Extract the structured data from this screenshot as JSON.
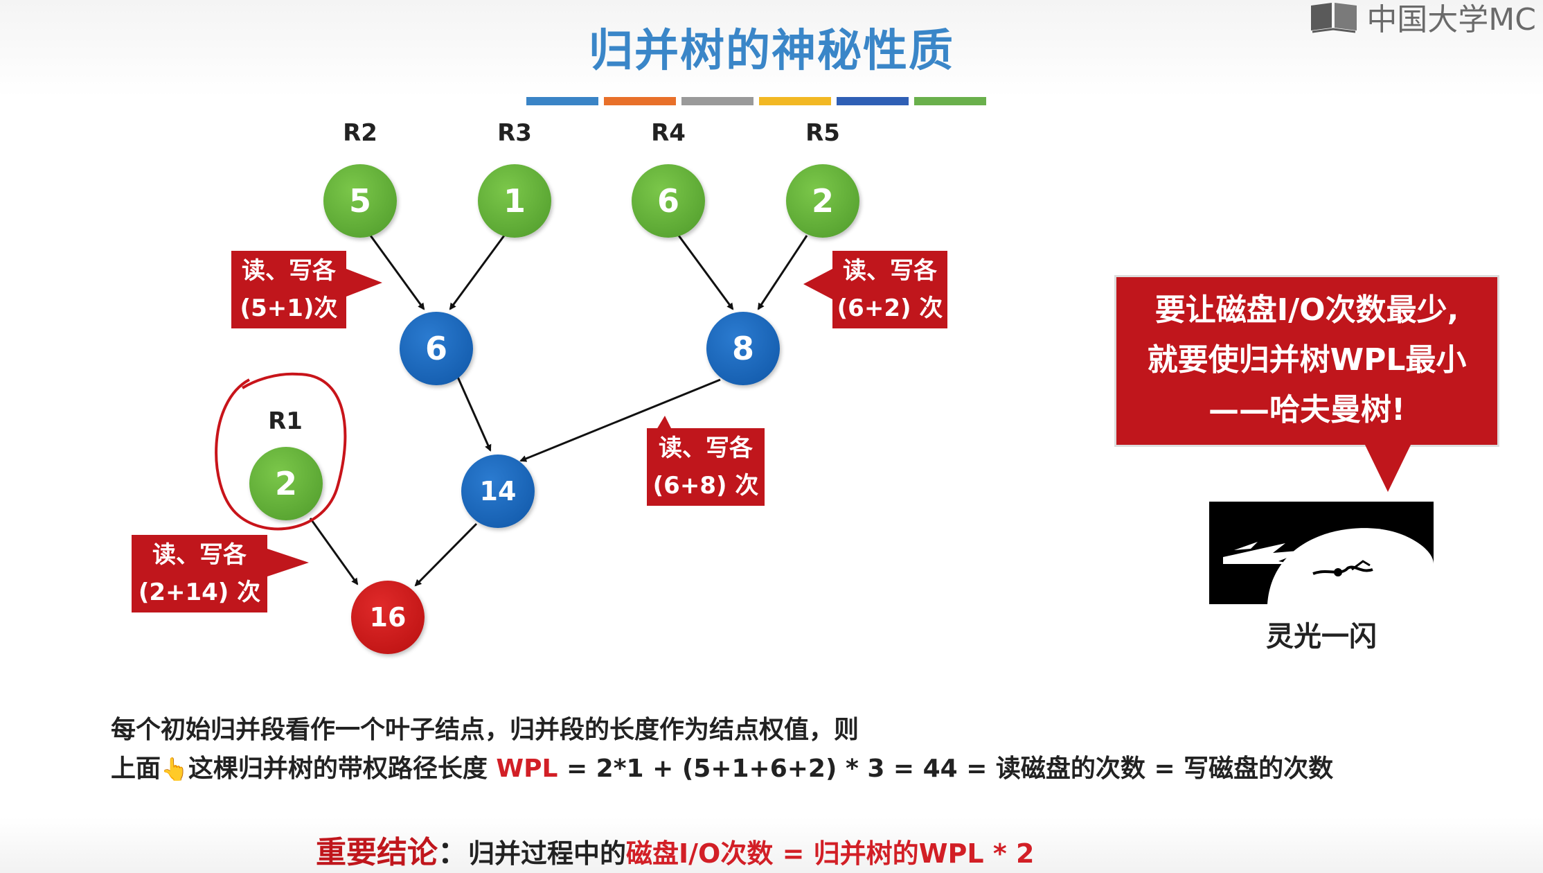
{
  "title": "归并树的神秘性质",
  "logo": {
    "text": "中国大学MC",
    "icon": "mooc-book-icon"
  },
  "color_bar": [
    "#3a84c6",
    "#e8702a",
    "#9a9a9a",
    "#f2b824",
    "#2f5fb5",
    "#6ab04c"
  ],
  "run_labels": {
    "r2": "R2",
    "r3": "R3",
    "r4": "R4",
    "r5": "R5",
    "r1": "R1"
  },
  "nodes": {
    "r2": "5",
    "r3": "1",
    "r4": "6",
    "r5": "2",
    "m1": "6",
    "m2": "8",
    "m3": "14",
    "r1": "2",
    "root": "16"
  },
  "callouts": {
    "c1": {
      "line1": "读、写各",
      "line2": "(5+1)次"
    },
    "c2": {
      "line1": "读、写各",
      "line2": "(6+2) 次"
    },
    "c3": {
      "line1": "读、写各",
      "line2": "(6+8) 次"
    },
    "c4": {
      "line1": "读、写各",
      "line2": "(2+14) 次"
    }
  },
  "big_callout": {
    "line1": "要让磁盘I/O次数最少,",
    "line2": "就要使归并树WPL最小",
    "line3": "——哈夫曼树!"
  },
  "flash_caption": "灵光一闪",
  "body": {
    "line1": "每个初始归并段看作一个叶子结点，归并段的长度作为结点权值，则",
    "line2_a": "上面",
    "pointer_icon": "👆",
    "line2_b": "这棵归并树的带权路径长度 ",
    "line2_wpl": "WPL",
    "line2_c": " =  2*1 + (5+1+6+2) * 3 =  44  = 读磁盘的次数 = 写磁盘的次数"
  },
  "conclusion": {
    "label": "重要结论",
    "colon": "：",
    "part1": "归并过程中的",
    "part2": "磁盘I/O次数 = 归并树的WPL * 2"
  }
}
